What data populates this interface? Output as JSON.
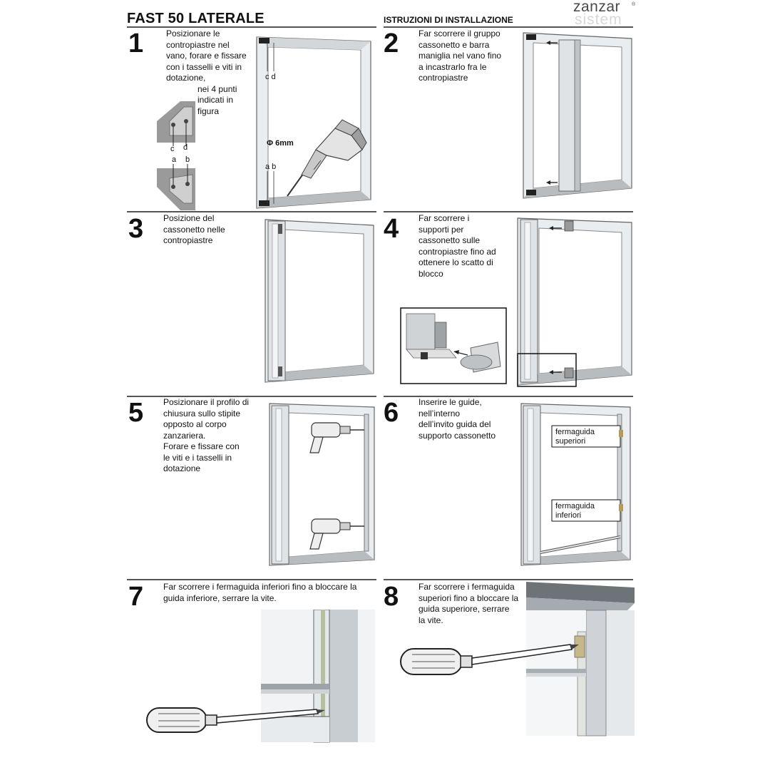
{
  "header": {
    "title": "FAST 50 LATERALE",
    "subtitle": "ISTRUZIONI DI INSTALLAZIONE",
    "logo_main": "zanzar",
    "logo_reg": "®",
    "logo_sub": "sistem"
  },
  "steps": [
    {
      "number": "1",
      "lines": [
        "Posizionare le",
        "contropiastre nel",
        "vano, forare e fissare",
        "con i tasselli e viti in",
        "dotazione,",
        "nei 4 punti",
        "indicati in",
        "figura"
      ]
    },
    {
      "number": "2",
      "lines": [
        "Far scorrere il gruppo",
        "cassonetto e barra",
        "maniglia nel vano fino",
        "a incastrarlo fra le",
        "contropiastre"
      ]
    },
    {
      "number": "3",
      "lines": [
        "Posizione del",
        "cassonetto nelle",
        "contropiastre"
      ]
    },
    {
      "number": "4",
      "lines": [
        "Far scorrere  i",
        "supporti per",
        "cassonetto sulle",
        "contropiastre fino ad",
        "ottenere lo scatto di",
        "blocco"
      ]
    },
    {
      "number": "5",
      "lines": [
        "Posizionare il profilo di",
        "chiusura  sullo stipite",
        "opposto al corpo",
        "zanzariera.",
        "Forare e fissare con",
        "le viti e i tasselli in",
        "dotazione"
      ]
    },
    {
      "number": "6",
      "lines": [
        "Inserire le guide,",
        "nell’interno",
        "dell’invito guida del",
        "supporto cassonetto"
      ]
    },
    {
      "number": "7",
      "lines": [
        "Far scorrere i fermaguida inferiori fino a bloccare la",
        "guida inferiore, serrare la vite."
      ]
    },
    {
      "number": "8",
      "lines": [
        "Far scorrere i fermaguida",
        "superiori fino a bloccare la",
        "guida superiore, serrare",
        "la vite."
      ]
    }
  ],
  "figure_labels": {
    "cd": "c d",
    "ab": "a b",
    "c": "c",
    "d": "d",
    "a": "a",
    "b": "b",
    "diameter": "Φ 6mm",
    "fermaguida_sup_1": "fermaguida",
    "fermaguida_sup_2": "superiori",
    "fermaguida_inf_1": "fermaguida",
    "fermaguida_inf_2": "inferiori"
  }
}
